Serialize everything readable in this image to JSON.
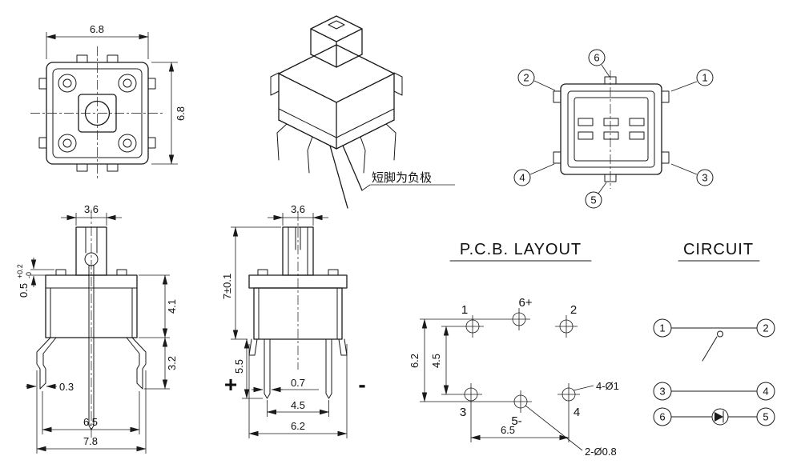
{
  "drawing": {
    "perspective_note": "短脚为负极",
    "top_view": {
      "width": "6.8",
      "height": "6.8"
    },
    "front_view": {
      "plunger_width": "3.6",
      "step": "0.5",
      "step_tol_upper": "+0.2",
      "step_tol_lower": "-0",
      "body_height": "4.1",
      "leg_height": "3.2",
      "lead_thickness": "0.3",
      "lead_span": "6.5",
      "overall_width": "7.8"
    },
    "side_view": {
      "plunger_width": "3.6",
      "total_height": "7±0.1",
      "lower_height": "5.5",
      "polarity_positive": "+",
      "polarity_negative": "-",
      "lead_width": "0.7",
      "lead_pitch": "4.5",
      "body_width": "6.2"
    },
    "bottom_view": {
      "pin1": "1",
      "pin2": "2",
      "pin3": "3",
      "pin4": "4",
      "pin5": "5",
      "pin6": "6"
    },
    "pcb": {
      "title": "P.C.B. LAYOUT",
      "pin1": "1",
      "pin2": "2",
      "pin3": "3",
      "pin4": "4",
      "pin5": "5-",
      "pin6": "6+",
      "dim_led_pitch": "6.2",
      "dim_pin_pitch": "4.5",
      "dim_row_pitch": "6.5",
      "holes_pins": "4-Ø1",
      "holes_led": "2-Ø0.8"
    },
    "circuit": {
      "title": "CIRCUIT",
      "pin1": "1",
      "pin2": "2",
      "pin3": "3",
      "pin4": "4",
      "pin5": "5",
      "pin6": "6"
    }
  }
}
